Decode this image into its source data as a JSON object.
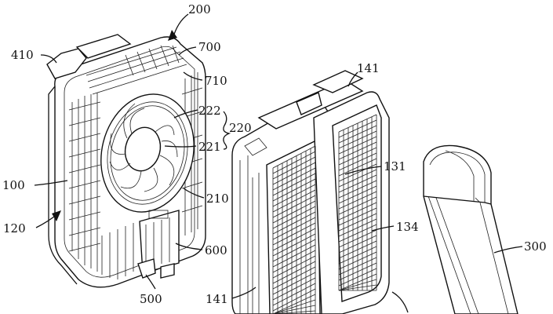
{
  "figure": {
    "labels": {
      "l200": "200",
      "l410": "410",
      "l700": "700",
      "l710": "710",
      "l222": "222",
      "l220": "220",
      "l221": "221",
      "l210": "210",
      "l100": "100",
      "l120": "120",
      "l600": "600",
      "l500": "500",
      "l141a": "141",
      "l141b": "141",
      "l131": "131",
      "l134": "134",
      "l300": "300"
    }
  }
}
